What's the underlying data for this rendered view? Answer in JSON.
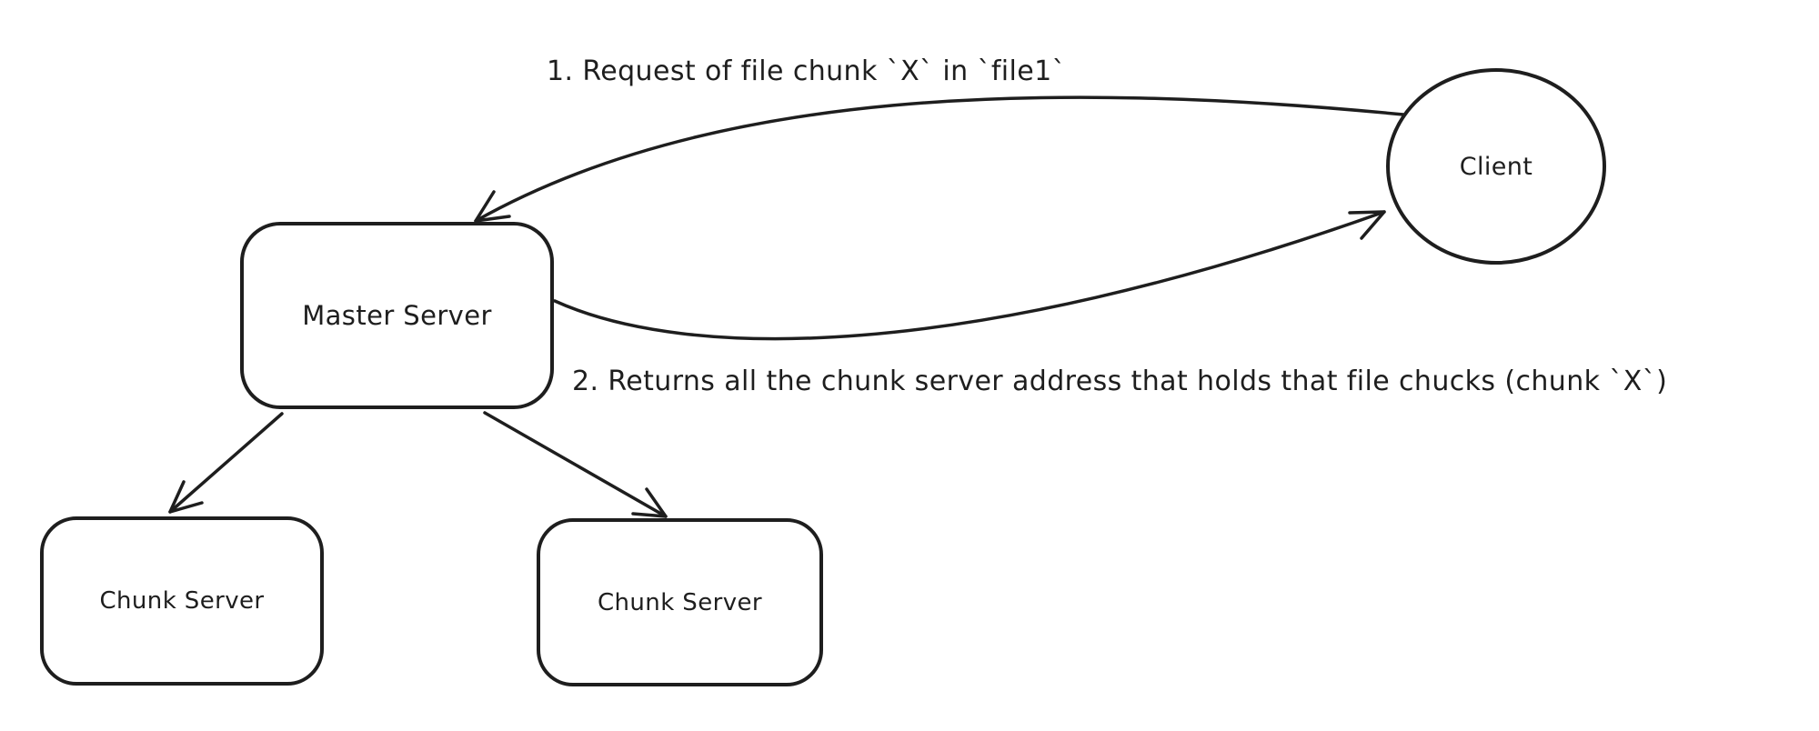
{
  "canvas": {
    "background_color": "#ffffff",
    "stroke_color": "#1e1e1e"
  },
  "nodes": [
    {
      "id": "master-server",
      "shape": "rounded-rectangle",
      "label": "Master Server"
    },
    {
      "id": "client",
      "shape": "ellipse",
      "label": "Client"
    },
    {
      "id": "chunk-server-left",
      "shape": "rounded-rectangle",
      "label": "Chunk Server"
    },
    {
      "id": "chunk-server-right",
      "shape": "rounded-rectangle",
      "label": "Chunk Server"
    }
  ],
  "annotations": [
    {
      "id": "step-1",
      "text": "1. Request of file chunk `X` in `file1`"
    },
    {
      "id": "step-2",
      "text": "2. Returns all the chunk server address that holds that file chucks (chunk `X`)"
    }
  ],
  "edges": [
    {
      "id": "client-to-master",
      "from": "client",
      "to": "master-server",
      "style": "curved-arrow"
    },
    {
      "id": "master-to-client",
      "from": "master-server",
      "to": "client",
      "style": "curved-arrow"
    },
    {
      "id": "master-to-chunk-left",
      "from": "master-server",
      "to": "chunk-server-left",
      "style": "straight-arrow"
    },
    {
      "id": "master-to-chunk-right",
      "from": "master-server",
      "to": "chunk-server-right",
      "style": "straight-arrow"
    }
  ]
}
